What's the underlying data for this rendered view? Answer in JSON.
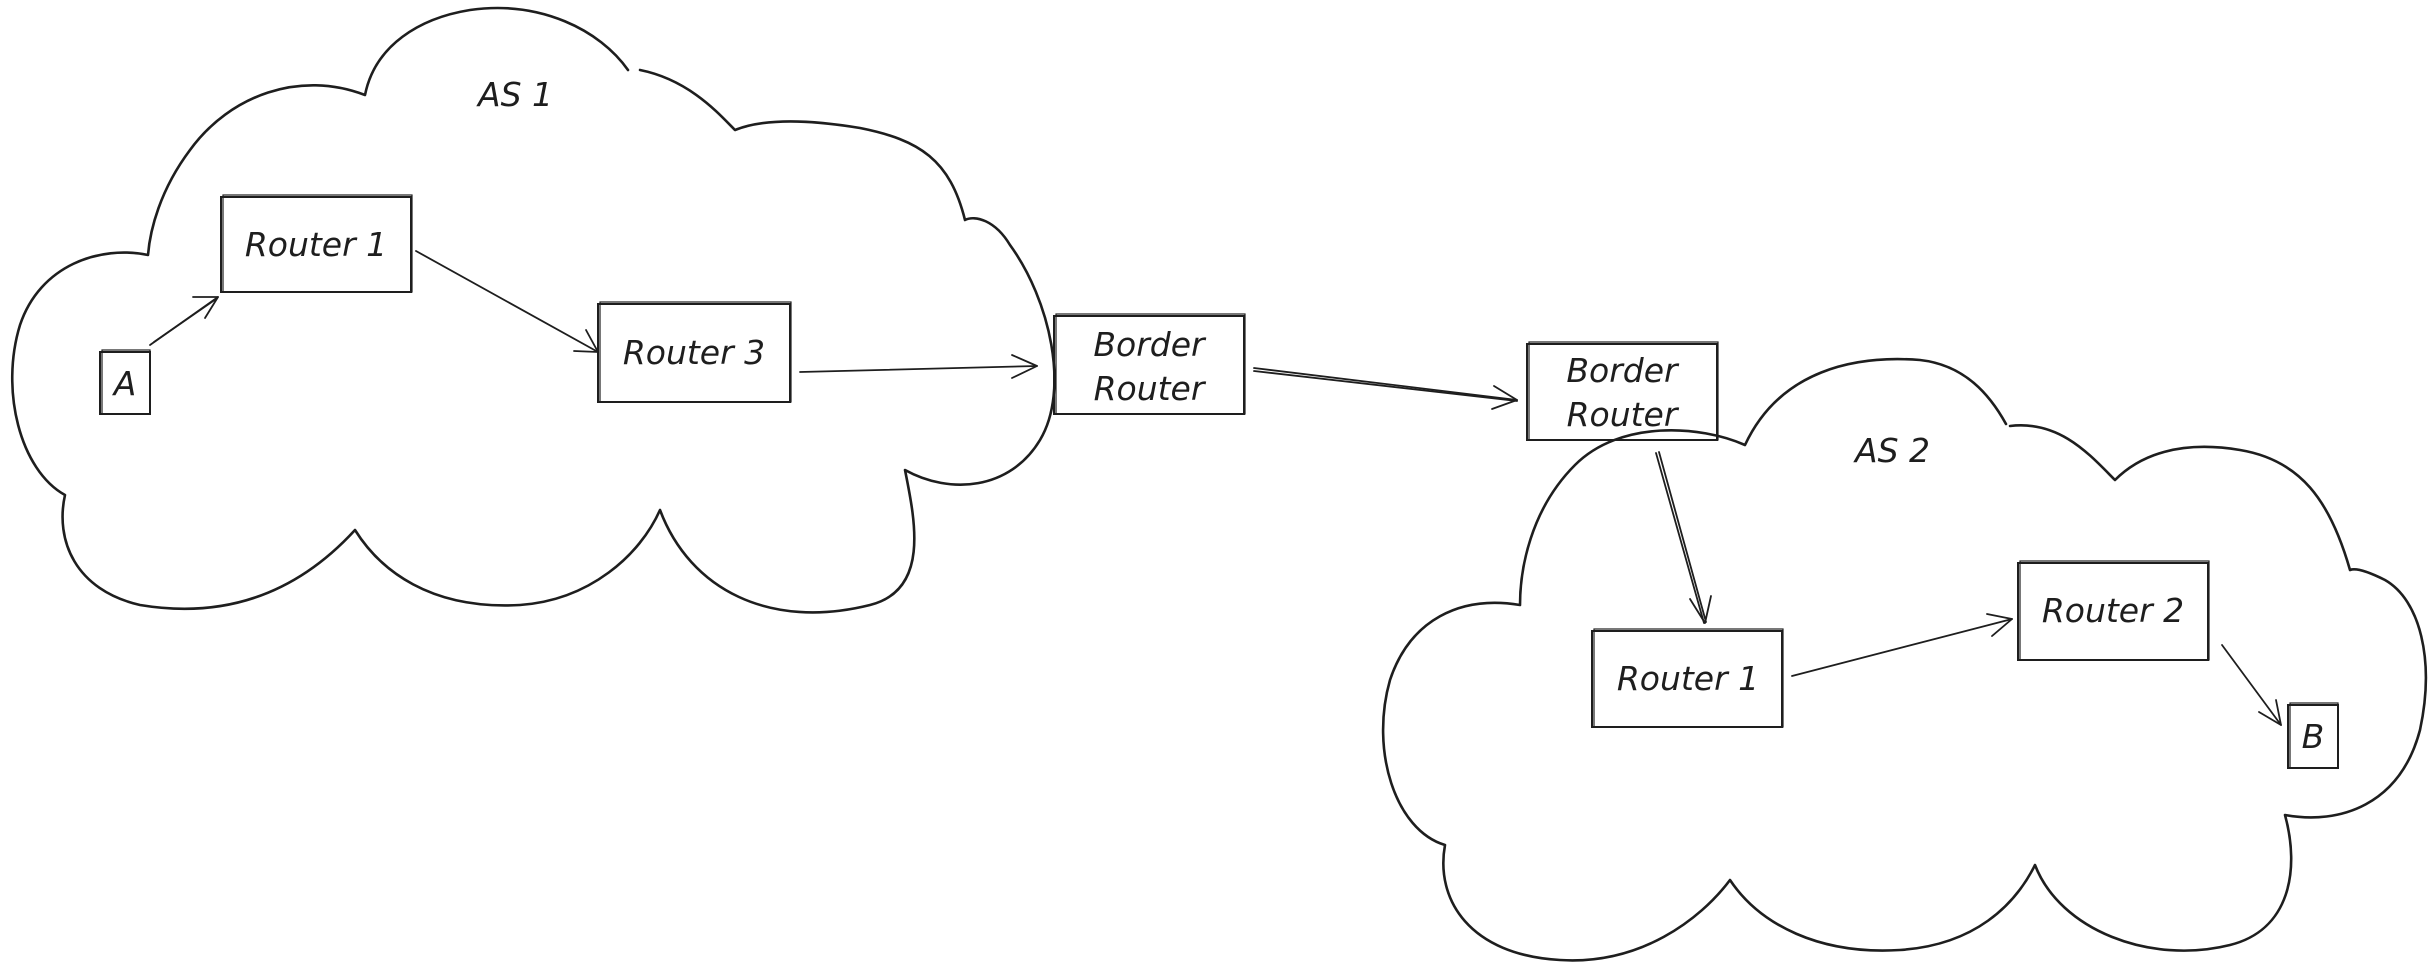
{
  "diagram": {
    "autonomous_systems": [
      {
        "id": "as1",
        "label": "AS 1"
      },
      {
        "id": "as2",
        "label": "AS 2"
      }
    ],
    "nodes": {
      "a": {
        "label": "A"
      },
      "as1_router1": {
        "label": "Router 1"
      },
      "as1_router3": {
        "label": "Router 3"
      },
      "as1_border_router": {
        "line1": "Border",
        "line2": "Router"
      },
      "as2_border_router": {
        "line1": "Border",
        "line2": "Router"
      },
      "as2_router1": {
        "label": "Router 1"
      },
      "as2_router2": {
        "label": "Router 2"
      },
      "b": {
        "label": "B"
      }
    },
    "edges": [
      {
        "from": "a",
        "to": "as1_router1"
      },
      {
        "from": "as1_router1",
        "to": "as1_router3"
      },
      {
        "from": "as1_router3",
        "to": "as1_border_router"
      },
      {
        "from": "as1_border_router",
        "to": "as2_border_router"
      },
      {
        "from": "as2_border_router",
        "to": "as2_router1"
      },
      {
        "from": "as2_router1",
        "to": "as2_router2"
      },
      {
        "from": "as2_router2",
        "to": "b"
      }
    ]
  }
}
